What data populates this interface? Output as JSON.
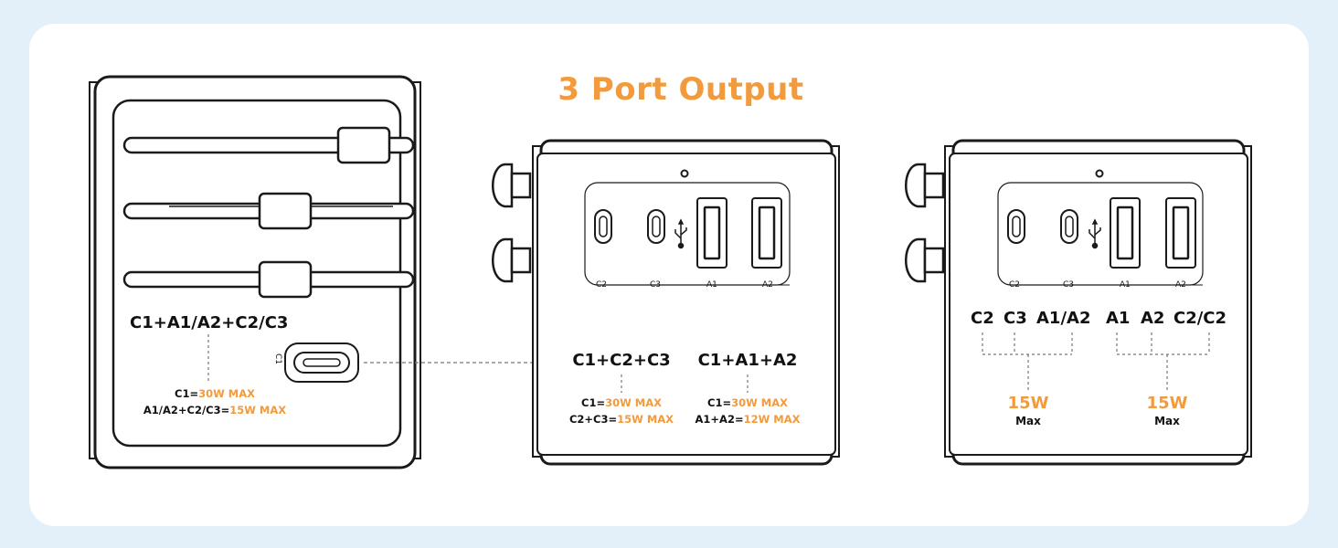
{
  "title": "3 Port Output",
  "colors": {
    "accent": "#f39a3c",
    "background": "#e3f0fa",
    "card": "#ffffff",
    "stroke": "#1a1a1a"
  },
  "left_panel": {
    "combo": "C1+A1/A2+C2/C3",
    "port_label": "C1",
    "line1_prefix": "C1=",
    "line1_value": "30W MAX",
    "line2_prefix": "A1/A2+C2/C3=",
    "line2_value": "15W MAX"
  },
  "middle_panel": {
    "ports": [
      "C2",
      "C3",
      "A1",
      "A2"
    ],
    "combo_a": {
      "title": "C1+C2+C3",
      "line1_prefix": "C1=",
      "line1_value": "30W MAX",
      "line2_prefix": "C2+C3=",
      "line2_value": "15W MAX"
    },
    "combo_b": {
      "title": "C1+A1+A2",
      "line1_prefix": "C1=",
      "line1_value": "30W MAX",
      "line2_prefix": "A1+A2=",
      "line2_value": "12W MAX"
    }
  },
  "right_panel": {
    "ports": [
      "C2",
      "C3",
      "A1",
      "A2"
    ],
    "group_a": {
      "labels": [
        "C2",
        "C3",
        "A1/A2"
      ],
      "watts": "15W",
      "max": "Max"
    },
    "group_b": {
      "labels": [
        "A1",
        "A2",
        "C2/C2"
      ],
      "watts": "15W",
      "max": "Max"
    }
  }
}
